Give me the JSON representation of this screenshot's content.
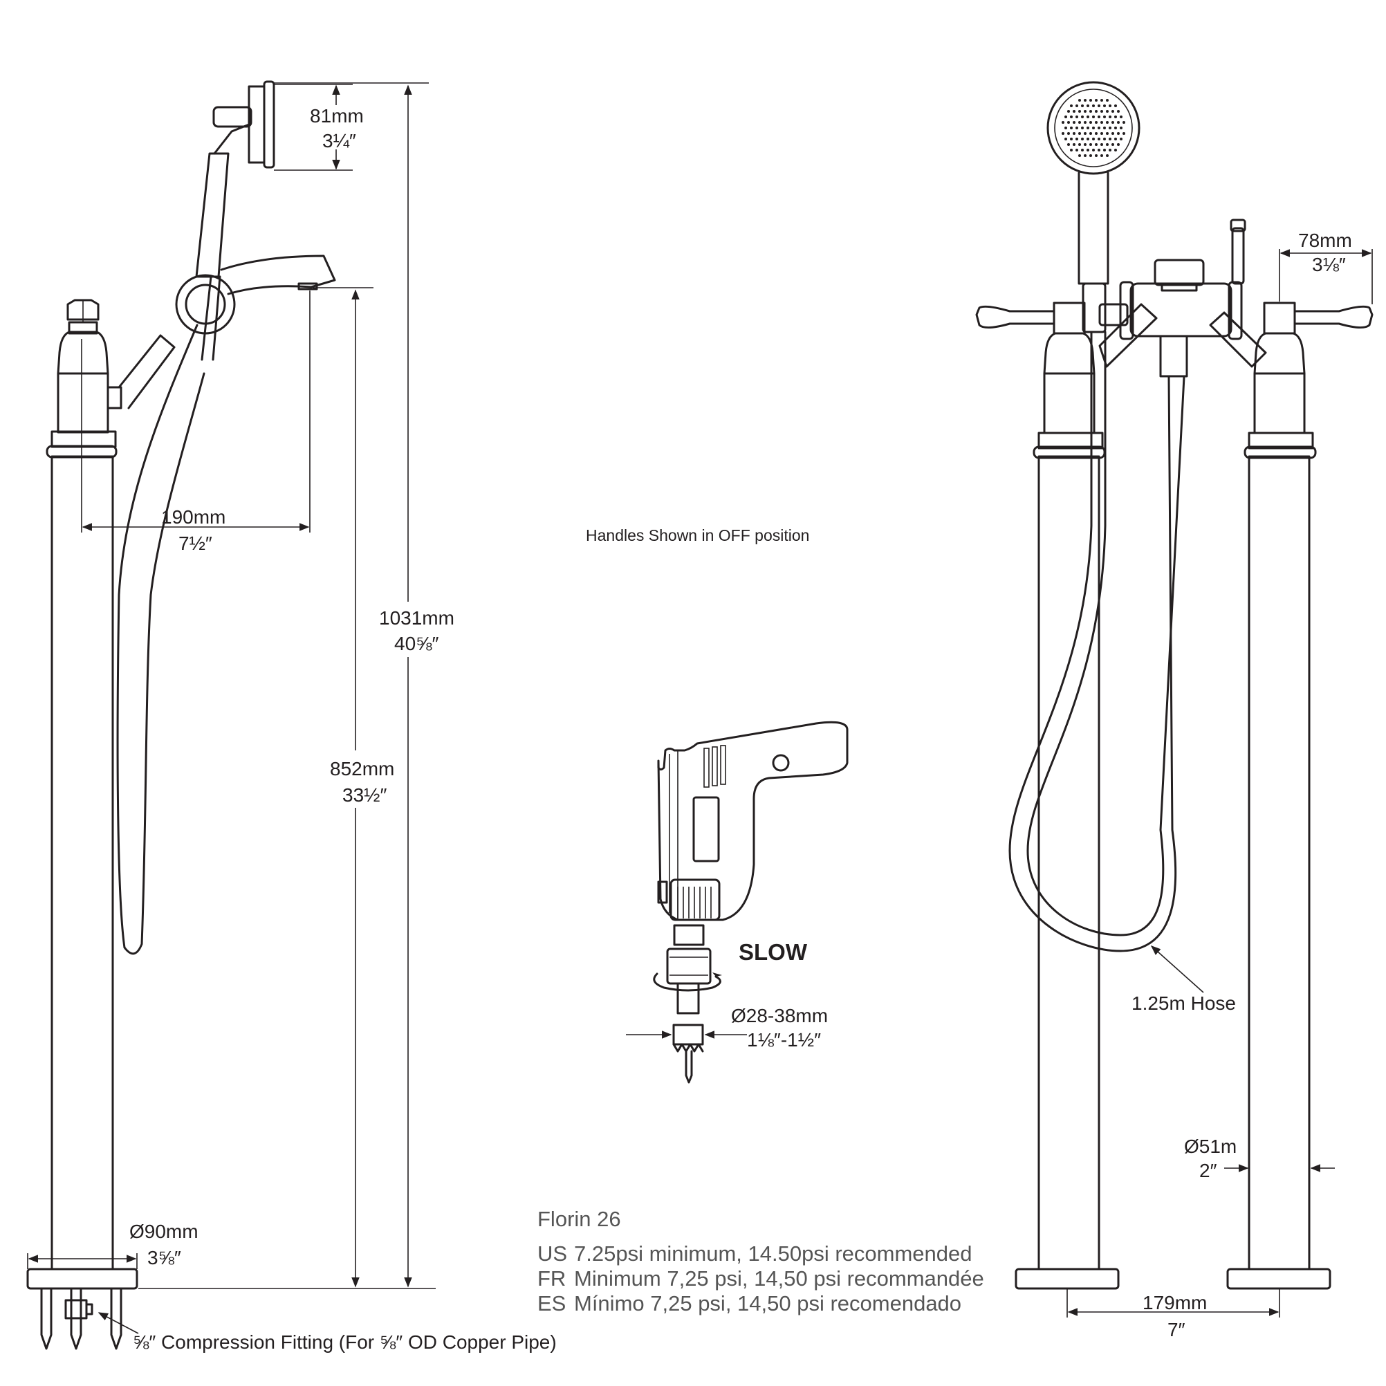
{
  "colors": {
    "line": "#231f20",
    "spec_text": "#555555",
    "background": "#ffffff"
  },
  "dimensions": {
    "head_height": {
      "metric": "81mm",
      "imperial": "3¼″"
    },
    "spout_reach": {
      "metric": "190mm",
      "imperial": "7½″"
    },
    "overall_height": {
      "metric": "1031mm",
      "imperial": "40⅝″"
    },
    "spout_height": {
      "metric": "852mm",
      "imperial": "33½″"
    },
    "base_diameter": {
      "metric": "Ø90mm",
      "imperial": "3⅝″"
    },
    "handle_width": {
      "metric": "78mm",
      "imperial": "3⅛″"
    },
    "pipe_diameter": {
      "metric": "Ø51m",
      "imperial": "2″"
    },
    "centers": {
      "metric": "179mm",
      "imperial": "7″"
    },
    "hole_size": {
      "metric": "Ø28-38mm",
      "imperial": "1⅛″-1½″"
    }
  },
  "labels": {
    "compression_fitting": "⅝″ Compression Fitting (For ⅝″ OD Copper Pipe)",
    "handles_note": "Handles Shown in OFF position",
    "drill_speed": "SLOW",
    "hose": "1.25m Hose"
  },
  "spec": {
    "model": "Florin 26",
    "rows": [
      {
        "code": "US",
        "text": "7.25psi minimum, 14.50psi recommended"
      },
      {
        "code": "FR",
        "text": "Minimum 7,25 psi, 14,50 psi recommandée"
      },
      {
        "code": "ES",
        "text": "Mínimo 7,25 psi, 14,50 psi recomendado"
      }
    ]
  }
}
